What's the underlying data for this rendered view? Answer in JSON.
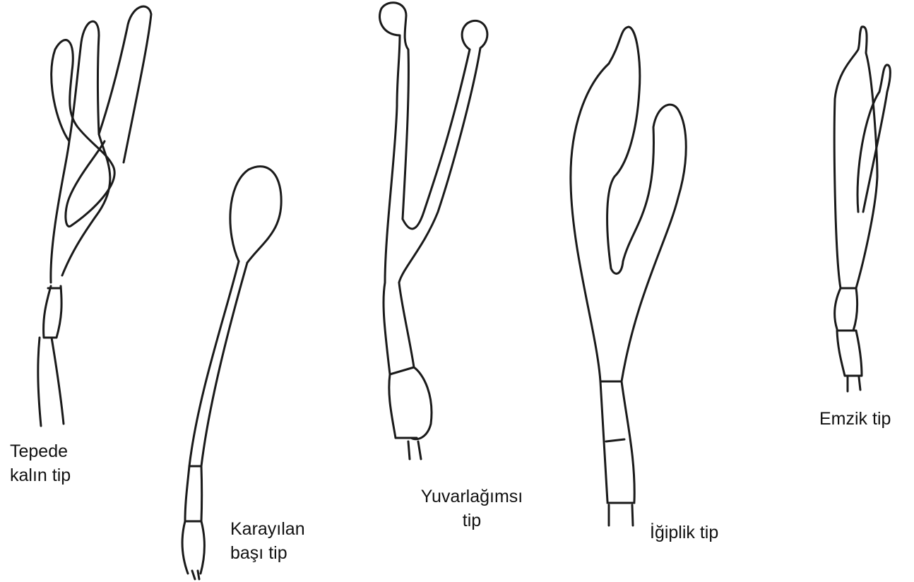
{
  "diagram": {
    "shapes": [
      {
        "id": "tepede",
        "label_lines": [
          "Tepede",
          "kalın tip"
        ]
      },
      {
        "id": "karayilan",
        "label_lines": [
          "Karayılan",
          "başı tip"
        ]
      },
      {
        "id": "yuvarlagimsi",
        "label_lines": [
          "Yuvarlağımsı",
          "tip"
        ]
      },
      {
        "id": "igiplik",
        "label_lines": [
          "İğiplik tip"
        ]
      },
      {
        "id": "emzik",
        "label_lines": [
          "Emzik tip"
        ]
      }
    ]
  },
  "colors": {
    "line": "#1a1a1a",
    "background": "#ffffff"
  }
}
